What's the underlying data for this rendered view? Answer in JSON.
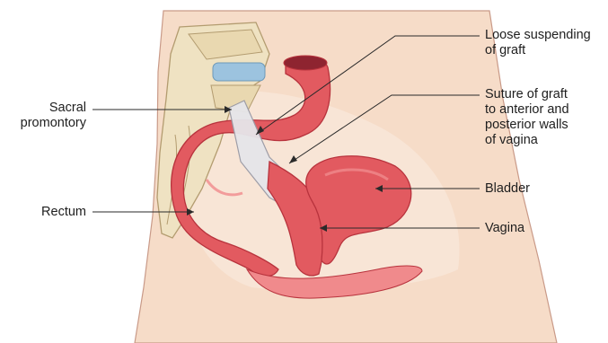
{
  "labels": {
    "sacral_promontory": "Sacral\npromontory",
    "rectum": "Rectum",
    "loose_suspending": "Loose suspending\nof graft",
    "suture_of_graft": "Suture of graft\nto anterior and\nposterior walls\nof vagina",
    "bladder": "Bladder",
    "vagina": "Vagina"
  },
  "colors": {
    "skin": "#f6dcc8",
    "skin_outline": "#c99a88",
    "bone": "#efe2c2",
    "bone_outline": "#b39c70",
    "disc": "#9cc3df",
    "organ": "#e25a60",
    "organ_dark": "#b8333d",
    "organ_highlight": "#f08a8c",
    "graft": "#e6e6ea",
    "leader_line": "#2a2a2a"
  }
}
